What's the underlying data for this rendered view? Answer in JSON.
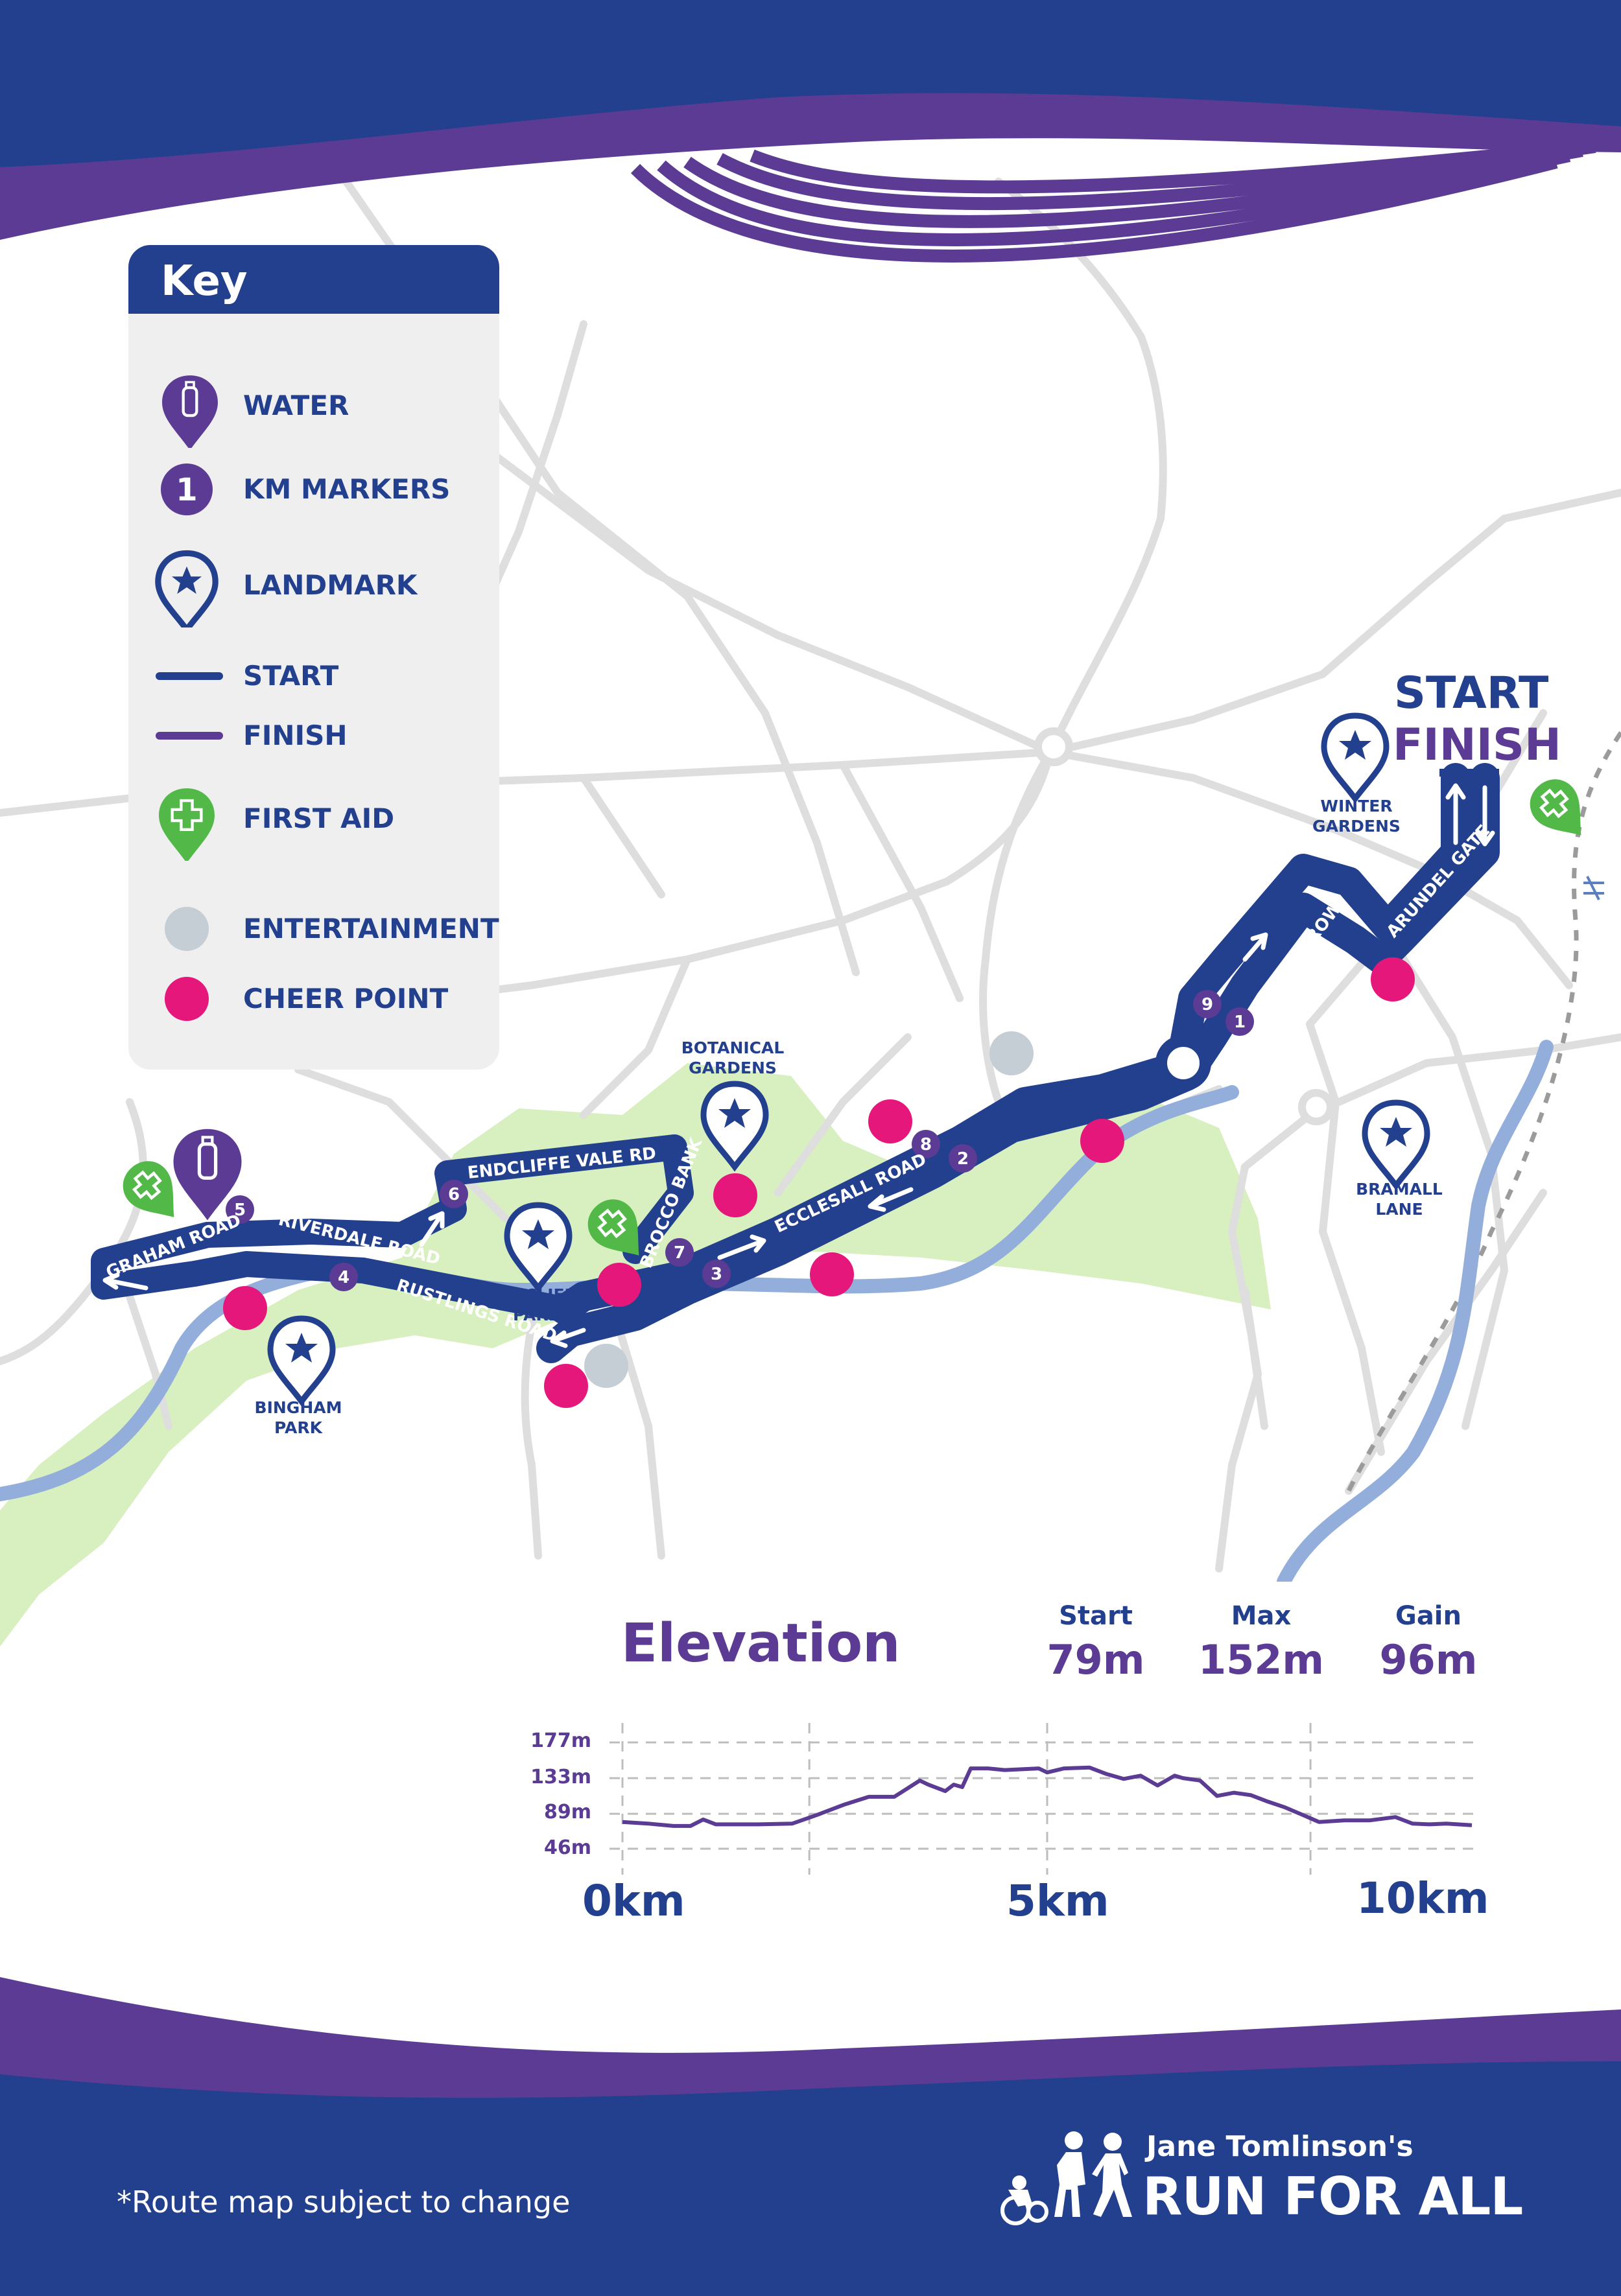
{
  "key": {
    "title": "Key",
    "items": [
      {
        "label": "WATER",
        "icon": "water-bottle-pin-icon"
      },
      {
        "label": "KM MARKERS",
        "icon": "km-marker-icon",
        "symbol": "1"
      },
      {
        "label": "LANDMARK",
        "icon": "landmark-star-pin-icon"
      },
      {
        "label": "START",
        "icon": "start-line-icon"
      },
      {
        "label": "FINISH",
        "icon": "finish-line-icon"
      },
      {
        "label": "FIRST AID",
        "icon": "first-aid-pin-icon"
      },
      {
        "label": "ENTERTAINMENT",
        "icon": "entertainment-dot-icon"
      },
      {
        "label": "CHEER POINT",
        "icon": "cheer-point-dot-icon"
      }
    ]
  },
  "map": {
    "start_label": "START",
    "finish_label": "FINISH",
    "landmarks": {
      "winter": [
        "WINTER",
        "GARDENS"
      ],
      "botanical": [
        "BOTANICAL",
        "GARDENS"
      ],
      "bramall": [
        "BRAMALL",
        "LANE"
      ],
      "endcliffe": [
        "ENDCLIFFE",
        "PARK"
      ],
      "bingham": [
        "BINGHAM",
        "PARK"
      ]
    },
    "streets": {
      "charter": "CHARTER ROW",
      "arundel": "ARUNDEL GATE",
      "ecclesall": "ECCLESALL ROAD",
      "brocco": "BROCCO BANK",
      "endcliffe_vale": "ENDCLIFFE VALE RD",
      "riverdale": "RIVERDALE ROAD",
      "graham": "GRAHAM ROAD",
      "rustlings": "RUSTLINGS ROAD"
    },
    "km_markers": [
      "1",
      "2",
      "3",
      "4",
      "5",
      "6",
      "7",
      "8",
      "9"
    ]
  },
  "elevation": {
    "title": "Elevation",
    "stats": [
      {
        "label": "Start",
        "value": "79m"
      },
      {
        "label": "Max",
        "value": "152m"
      },
      {
        "label": "Gain",
        "value": "96m"
      }
    ],
    "y_ticks": [
      "177m",
      "133m",
      "89m",
      "46m"
    ],
    "x_ticks": [
      "0km",
      "5km",
      "10km"
    ]
  },
  "chart_data": {
    "type": "area",
    "title": "Elevation",
    "xlabel": "",
    "ylabel": "",
    "xlim": [
      0,
      10
    ],
    "ylim": [
      46,
      177
    ],
    "y_ticks": [
      46,
      89,
      133,
      177
    ],
    "x_ticks": [
      0,
      5,
      10
    ],
    "grid": true,
    "series": [
      {
        "x": [
          0,
          0.3,
          0.6,
          0.8,
          0.95,
          1.1,
          1.3,
          1.6,
          2.0,
          2.3,
          2.6,
          2.9,
          3.2,
          3.5,
          3.6,
          3.8,
          3.9,
          4.0,
          4.1,
          4.3,
          4.5,
          4.9,
          5.0,
          5.2,
          5.5,
          5.7,
          5.9,
          6.1,
          6.3,
          6.5,
          6.6,
          6.8,
          7.0,
          7.2,
          7.4,
          7.6,
          7.8,
          8.0,
          8.2,
          8.5,
          8.8,
          9.1,
          9.3,
          9.5,
          9.7,
          10.0
        ],
        "y": [
          79,
          77,
          74,
          74,
          82,
          76,
          76,
          76,
          77,
          88,
          100,
          110,
          110,
          130,
          125,
          117,
          125,
          122,
          145,
          145,
          143,
          145,
          140,
          145,
          146,
          138,
          132,
          136,
          124,
          136,
          133,
          130,
          111,
          115,
          112,
          104,
          97,
          88,
          79,
          81,
          81,
          85,
          77,
          76,
          77,
          75
        ]
      }
    ],
    "stats": {
      "start": 79,
      "max": 152,
      "gain": 96
    }
  },
  "footer": {
    "note": "*Route map subject to change",
    "brand_small": "Jane Tomlinson's",
    "brand_large": "RUN FOR ALL"
  },
  "colors": {
    "navy": "#23408e",
    "purple": "#5b3b93",
    "green": "#52b848",
    "cheer": "#e5177b",
    "entertainment": "#c5cdd5",
    "river": "#93aedb",
    "park": "#d6f0bd",
    "road": "#dedede"
  }
}
